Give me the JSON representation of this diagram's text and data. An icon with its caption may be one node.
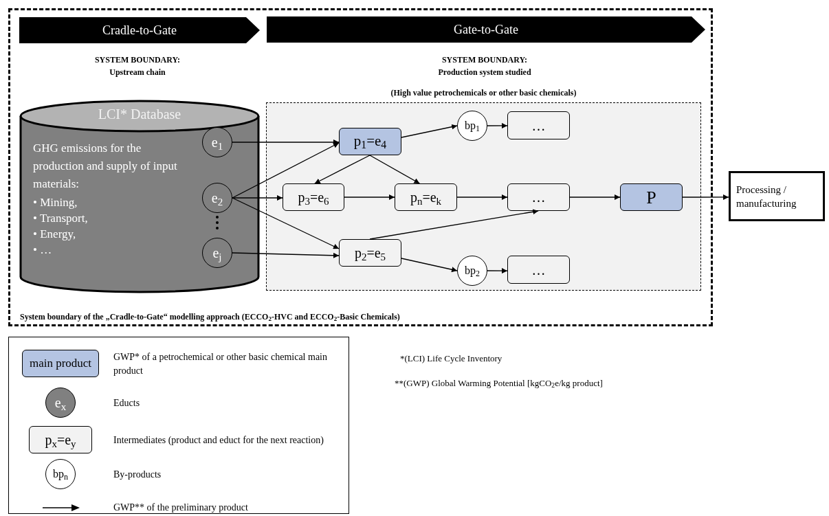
{
  "diagram": {
    "nodes": [
      {
        "text": [
          "System boundary of the „Cradle-to-Gate“ modelling approach (ECCO$_{2}$-HVC and ECCO$_{2}$-Basic Chemicals)"
        ]
      },
      {
        "text": [
          "Cradle-to-Gate"
        ],
        "in": 0
      },
      {
        "text": [
          "Gate-to-Gate"
        ],
        "in": 0
      },
      {
        "text": [
          "LCI* Database",
          "GHG emissions for the production and supply of input materials:",
          "• Mining,",
          "• Transport,",
          "• Energy,",
          "• …"
        ],
        "in": 0
      },
      {
        "text": [
          "e$_{1}$"
        ],
        "in": 3
      },
      {
        "text": [
          "e$_{2}$"
        ],
        "in": 3
      },
      {
        "text": [
          "e$_{j}$"
        ],
        "in": 3
      },
      {
        "text": [
          "(High value petrochemicals or other basic chemicals)"
        ],
        "in": 0
      },
      {
        "text": [
          "p$_{1}$=e$_{4}$"
        ],
        "in": 7
      },
      {
        "text": [
          "bp$_{1}$"
        ],
        "in": 7
      },
      {
        "text": [
          "…"
        ],
        "in": 7
      },
      {
        "text": [
          "p$_{3}$=e$_{6}$"
        ],
        "in": 7
      },
      {
        "text": [
          "p$_{n}$=e$_{k}$"
        ],
        "in": 7
      },
      {
        "text": [
          "…"
        ],
        "in": 7
      },
      {
        "text": [
          "P"
        ],
        "in": 7
      },
      {
        "text": [
          "p$_{2}$=e$_{5}$"
        ],
        "in": 7
      },
      {
        "text": [
          "bp$_{2}$"
        ],
        "in": 7
      },
      {
        "text": [
          "…"
        ],
        "in": 7
      },
      {
        "text": [
          "Processing / manufacturing"
        ]
      },
      {
        "text": [
          "main product"
        ]
      },
      {
        "text": [
          "e$_{x}$"
        ]
      },
      {
        "text": [
          "p$_{x}$=e$_{y}$"
        ]
      },
      {
        "text": [
          "bp$_{n}$"
        ]
      }
    ],
    "edges": [
      {
        "from": 4,
        "to": 8,
        "arrow": "to"
      },
      {
        "from": 5,
        "to": 8,
        "arrow": "to"
      },
      {
        "from": 5,
        "to": 11,
        "arrow": "to"
      },
      {
        "from": 5,
        "to": 15,
        "arrow": "to"
      },
      {
        "from": 6,
        "to": 15,
        "arrow": "to"
      },
      {
        "from": 8,
        "to": 9,
        "arrow": "to"
      },
      {
        "from": 9,
        "to": 10,
        "arrow": "to"
      },
      {
        "from": 8,
        "to": 11,
        "arrow": "to"
      },
      {
        "from": 8,
        "to": 12,
        "arrow": "to"
      },
      {
        "from": 11,
        "to": 12,
        "arrow": "to"
      },
      {
        "from": 12,
        "to": 13,
        "arrow": "to"
      },
      {
        "from": 15,
        "to": 13,
        "arrow": "to"
      },
      {
        "from": 13,
        "to": 14,
        "arrow": "to"
      },
      {
        "from": 15,
        "to": 16,
        "arrow": "to"
      },
      {
        "from": 16,
        "to": 17,
        "arrow": "to"
      },
      {
        "from": 14,
        "to": 18,
        "arrow": "to"
      }
    ],
    "labels": [
      "SYSTEM BOUNDARY:",
      "Upstream chain",
      "SYSTEM BOUNDARY:",
      "Production system studied",
      "*(LCI) Life Cycle Inventory",
      "**(GWP) Global Warming Potential [kgCO$_{2}$e/kg product]"
    ],
    "legend": [
      {
        "text": "GWP* of a petrochemical or other basic chemical main product"
      },
      {
        "text": "Educts"
      },
      {
        "text": "Intermediates (product and educt for the next reaction)"
      },
      {
        "text": "By-products"
      },
      {
        "text": "GWP** of the preliminary product"
      }
    ]
  }
}
